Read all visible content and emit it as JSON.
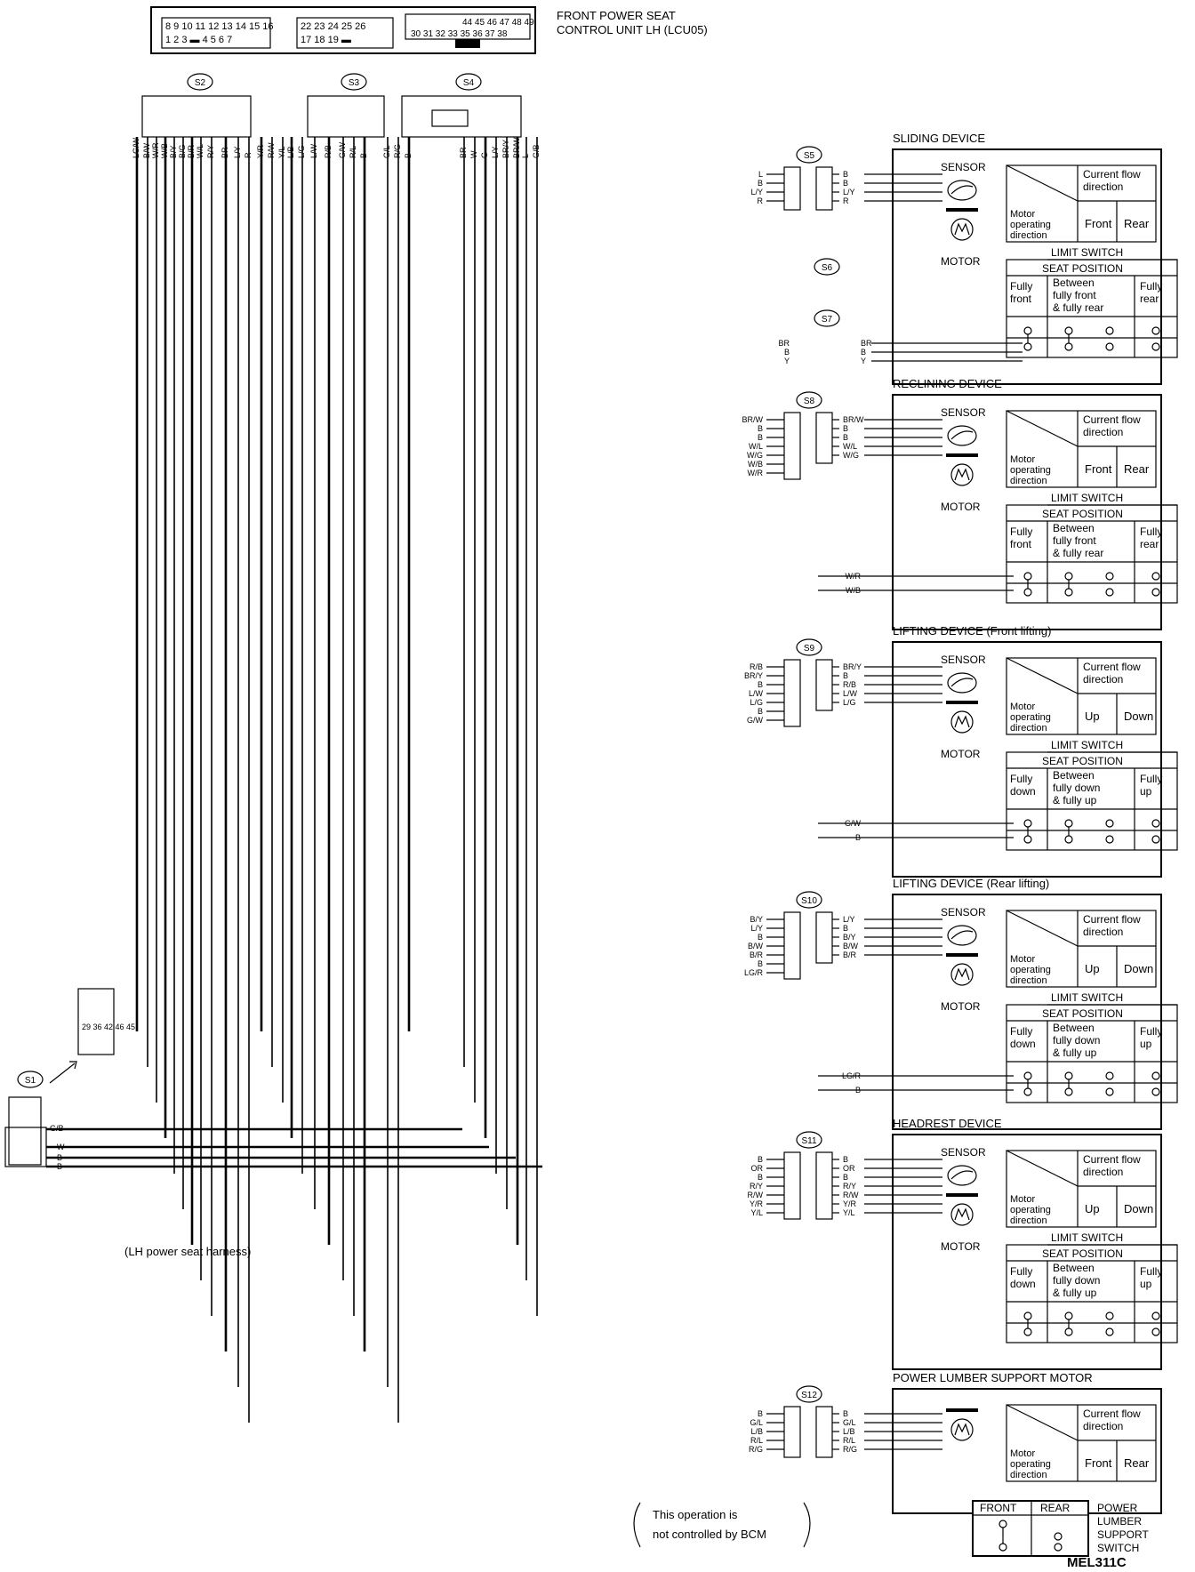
{
  "header": {
    "title_line1": "FRONT POWER SEAT",
    "title_line2": "CONTROL UNIT LH  (LCU05)",
    "pins_a_top": "8 9 10 11 12 13 14 15 16",
    "pins_a_bot": "1 2 3 ▬ 4 5 6 7",
    "pins_b_top": "22 23 24 25 26",
    "pins_b_bot": "17 18 19 ▬",
    "pins_c_top": "44 45 46 47 48 49",
    "pins_c_bot": "30 31 32 33 35 36 37 38"
  },
  "connectors": {
    "s1": "S1",
    "s2": "S2",
    "s3": "S3",
    "s4": "S4",
    "s5": "S5",
    "s6": "S6",
    "s7": "S7",
    "s8": "S8",
    "s9": "S9",
    "s10": "S10",
    "s11": "S11",
    "s12": "S12"
  },
  "s2_wires": [
    "LG/W",
    "B/W",
    "W/R",
    "W/B",
    "B/Y",
    "B/G",
    "B/R",
    "W/L",
    "R/Y",
    "BR",
    "L/Y",
    "R",
    "Y/R",
    "R/W",
    "Y/L",
    "L/B",
    "L/G",
    "L/W",
    "R/B",
    "G/W",
    "R/L",
    "B"
  ],
  "s4_wires": [
    "G/L",
    "R/G",
    "B",
    "BR",
    "W",
    "G",
    "L/Y",
    "BR/Y",
    "BR/W",
    "L",
    "G/B"
  ],
  "s1_wires": [
    "G/B",
    "W",
    "B",
    "B"
  ],
  "s1_pins": "29 36 42 46 45",
  "labels": {
    "harness": "(LH power seat harness)",
    "note_line1": "This operation is",
    "note_line2": "not controlled by BCM",
    "code": "MEL311C"
  },
  "common": {
    "sensor": "SENSOR",
    "motor": "MOTOR",
    "current_flow": "Current flow",
    "direction": "direction",
    "motor_operating_1": "Motor",
    "motor_operating_2": "operating",
    "motor_operating_3": "direction",
    "limit_switch": "LIMIT SWITCH",
    "seat_position": "SEAT POSITION"
  },
  "devices": {
    "sliding": {
      "title": "SLIDING DEVICE",
      "dir1": "Front",
      "dir2": "Rear",
      "pos1a": "Fully",
      "pos1b": "front",
      "pos2a": "Between",
      "pos2b": "fully front",
      "pos2c": "& fully rear",
      "pos3a": "Fully",
      "pos3b": "rear",
      "left_wires": [
        "L",
        "B",
        "L/Y",
        "R"
      ],
      "right_wires": [
        "B",
        "B",
        "L/Y",
        "R"
      ],
      "switch_left": [
        "BR",
        "B",
        "Y"
      ],
      "switch_right": [
        "BR",
        "B",
        "Y"
      ]
    },
    "reclining": {
      "title": "RECLINING DEVICE",
      "dir1": "Front",
      "dir2": "Rear",
      "pos1a": "Fully",
      "pos1b": "front",
      "pos2a": "Between",
      "pos2b": "fully front",
      "pos2c": "& fully rear",
      "pos3a": "Fully",
      "pos3b": "rear",
      "left_wires": [
        "BR/W",
        "B",
        "B",
        "W/L",
        "W/G",
        "W/B",
        "W/R"
      ],
      "right_wires": [
        "BR/W",
        "B",
        "B",
        "W/L",
        "W/G"
      ],
      "bottom_wires": [
        "W/R",
        "W/B"
      ]
    },
    "front_lifting": {
      "title": "LIFTING DEVICE (Front lifting)",
      "dir1": "Up",
      "dir2": "Down",
      "pos1a": "Fully",
      "pos1b": "down",
      "pos2a": "Between",
      "pos2b": "fully down",
      "pos2c": "& fully up",
      "pos3a": "Fully",
      "pos3b": "up",
      "left_wires": [
        "R/B",
        "BR/Y",
        "B",
        "L/W",
        "L/G",
        "B",
        "G/W"
      ],
      "right_wires": [
        "BR/Y",
        "B",
        "R/B",
        "L/W",
        "L/G"
      ],
      "bottom_wires": [
        "G/W",
        "B"
      ]
    },
    "rear_lifting": {
      "title": "LIFTING DEVICE (Rear lifting)",
      "dir1": "Up",
      "dir2": "Down",
      "pos1a": "Fully",
      "pos1b": "down",
      "pos2a": "Between",
      "pos2b": "fully down",
      "pos2c": "& fully up",
      "pos3a": "Fully",
      "pos3b": "up",
      "left_wires": [
        "B/Y",
        "L/Y",
        "B",
        "B/W",
        "B/R",
        "B",
        "LG/R"
      ],
      "right_wires": [
        "L/Y",
        "B",
        "B/Y",
        "B/W",
        "B/R"
      ],
      "bottom_wires": [
        "LG/R",
        "B"
      ]
    },
    "headrest": {
      "title": "HEADREST DEVICE",
      "dir1": "Up",
      "dir2": "Down",
      "pos1a": "Fully",
      "pos1b": "down",
      "pos2a": "Between",
      "pos2b": "fully down",
      "pos2c": "& fully up",
      "pos3a": "Fully",
      "pos3b": "up",
      "left_wires": [
        "B",
        "OR",
        "B",
        "R/Y",
        "R/W",
        "Y/R",
        "Y/L"
      ],
      "right_wires": [
        "B",
        "OR",
        "B",
        "R/Y",
        "R/W",
        "Y/R",
        "Y/L"
      ]
    },
    "lumbar": {
      "title": "POWER LUMBER SUPPORT MOTOR",
      "dir1": "Front",
      "dir2": "Rear",
      "left_wires": [
        "B",
        "G/L",
        "L/B",
        "R/L",
        "R/G"
      ],
      "right_wires": [
        "B",
        "G/L",
        "L/B",
        "R/L",
        "R/G"
      ],
      "switch_front": "FRONT",
      "switch_rear": "REAR",
      "switch_label": [
        "POWER",
        "LUMBER",
        "SUPPORT",
        "SWITCH"
      ]
    }
  }
}
